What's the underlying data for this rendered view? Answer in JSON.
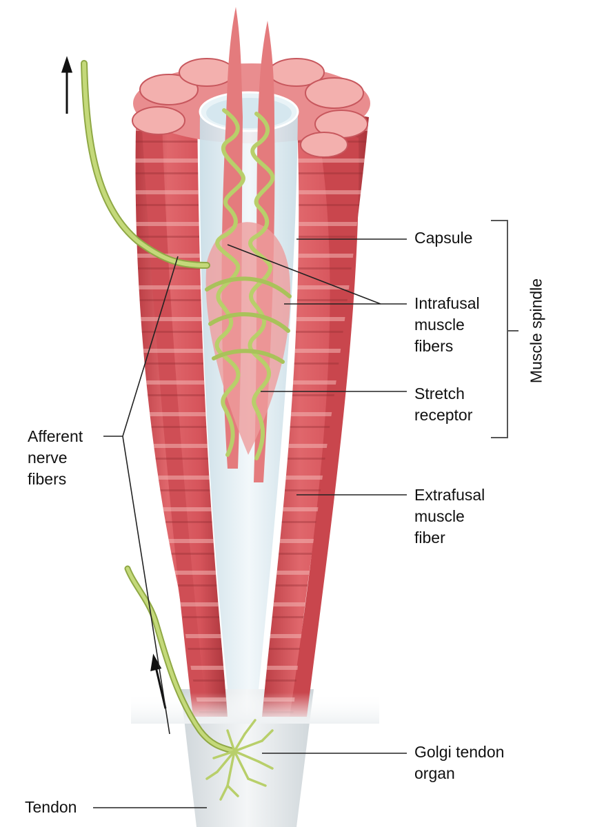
{
  "labels": {
    "capsule": "Capsule",
    "intrafusal": [
      "Intrafusal",
      "muscle",
      "fibers"
    ],
    "stretch": [
      "Stretch",
      "receptor"
    ],
    "extrafusal": [
      "Extrafusal",
      "muscle",
      "fiber"
    ],
    "golgi": [
      "Golgi tendon",
      "organ"
    ],
    "afferent": [
      "Afferent",
      "nerve",
      "fibers"
    ],
    "tendon": "Tendon",
    "muscle_spindle": "Muscle spindle"
  },
  "colors": {
    "muscle": "#d9585e",
    "muscle_dark": "#b8383f",
    "muscle_light": "#f0a3a3",
    "capsule": "#dcebf2",
    "nerve": "#b8cf6a",
    "nerve_dark": "#8fa845",
    "tendon": "#e6ebee",
    "line": "#222222"
  }
}
